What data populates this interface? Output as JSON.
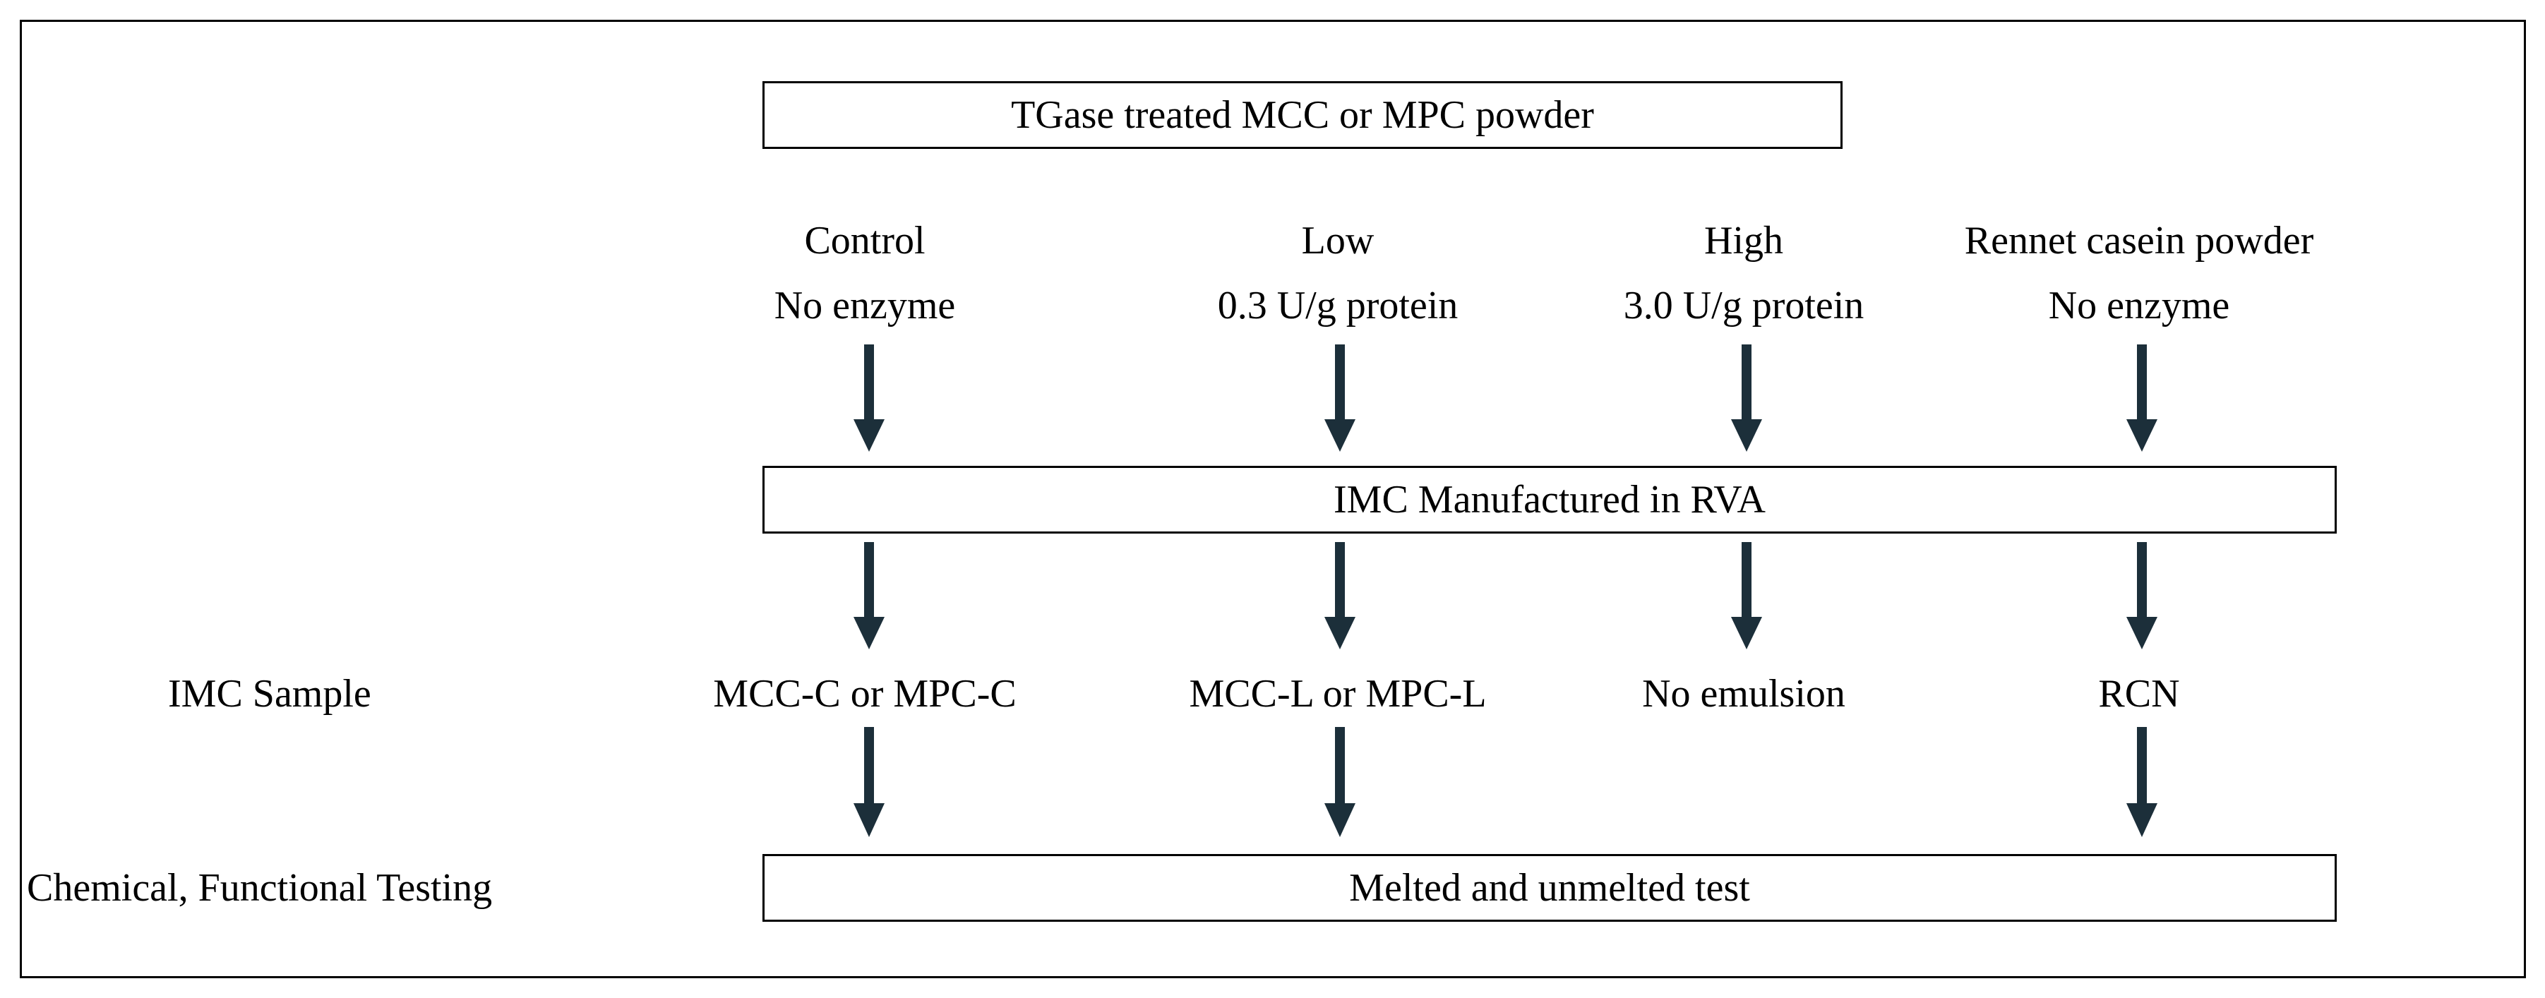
{
  "title_box": "TGase treated MCC or MPC powder",
  "treatments": [
    {
      "name": "Control",
      "detail": "No enzyme"
    },
    {
      "name": "Low",
      "detail": "0.3 U/g protein"
    },
    {
      "name": "High",
      "detail": "3.0 U/g protein"
    },
    {
      "name": "Rennet casein powder",
      "detail": "No enzyme"
    }
  ],
  "process_box": "IMC Manufactured in RVA",
  "sample_row_label": "IMC Sample",
  "samples": [
    "MCC-C or MPC-C",
    "MCC-L or MPC-L",
    "No emulsion",
    "RCN"
  ],
  "testing_row_label": "Chemical, Functional Testing",
  "test_box": "Melted and unmelted test",
  "colors": {
    "arrow": "#1c2f3a",
    "border": "#000000"
  }
}
